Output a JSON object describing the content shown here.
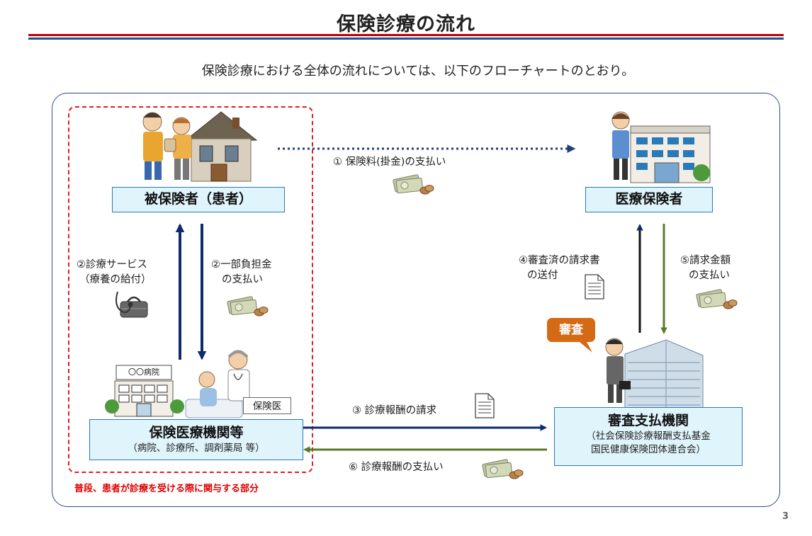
{
  "header": {
    "title": "保険診療の流れ",
    "intro": "保険診療における全体の流れについては、以下のフローチャートのとおり。"
  },
  "nodes": {
    "insured": {
      "label": "被保険者（患者）"
    },
    "insurer": {
      "label": "医療保険者"
    },
    "provider": {
      "label": "保険医療機関等",
      "sub": "（病院、診療所、調剤薬局 等）"
    },
    "reviewer": {
      "label": "審査支払機関",
      "sub1": "（社会保険診療報酬支払基金",
      "sub2": "国民健康保険団体連合会）"
    }
  },
  "flows": {
    "f1": "① 保険料(掛金)の支払い",
    "f2a_l1": "②診療サービス",
    "f2a_l2": "（療養の給付）",
    "f2b_l1": "②一部負担金",
    "f2b_l2": "の支払い",
    "f3": "③ 診療報酬の請求",
    "f4_l1": "④審査済の請求書",
    "f4_l2": "の送付",
    "f5_l1": "⑤請求金額",
    "f5_l2": "の支払い",
    "f6": "⑥ 診療報酬の支払い"
  },
  "labels": {
    "hospital_sign": "〇〇病院",
    "doctor_tag": "保険医",
    "review_badge": "審査",
    "scope_note": "普段、患者が診療を受ける際に関与する部分"
  },
  "page_number": "3",
  "colors": {
    "title_rule_red": "#c00000",
    "title_rule_blue": "#1f4e9a",
    "navy_arrow": "#0e2b6e",
    "green_arrow": "#5a7a2a",
    "box_fill": "#dff4fb",
    "box_border": "#2a7ab8",
    "scope_red": "#e02020",
    "review_badge": "#d56a14"
  },
  "icons": [
    "family-house-illustration",
    "insurer-building-illustration",
    "hospital-illustration",
    "doctor-patient-illustration",
    "review-building-illustration",
    "money-icon",
    "stethoscope-bag-icon",
    "document-icon"
  ]
}
